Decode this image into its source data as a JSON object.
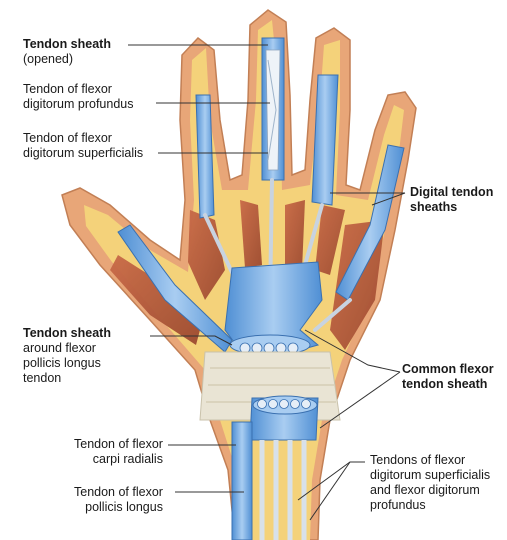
{
  "labels": {
    "tendon_sheath_opened": {
      "title": "Tendon sheath",
      "sub": "(opened)"
    },
    "fdp": {
      "line1": "Tendon of flexor",
      "line2": "digitorum profundus"
    },
    "fds": {
      "line1": "Tendon of flexor",
      "line2": "digitorum superficialis"
    },
    "digital_sheaths": {
      "line1": "Digital tendon",
      "line2": "sheaths"
    },
    "fpl_sheath": {
      "title": "Tendon sheath",
      "line2": "around flexor",
      "line3": "pollicis longus",
      "line4": "tendon"
    },
    "common_sheath": {
      "line1": "Common flexor",
      "line2": "tendon sheath"
    },
    "fcr": {
      "line1": "Tendon of flexor",
      "line2": "carpi radialis"
    },
    "fpl": {
      "line1": "Tendon of flexor",
      "line2": "pollicis longus"
    },
    "fds_fdp": {
      "line1": "Tendons of flexor",
      "line2": "digitorum superficialis",
      "line3": "and flexor digitorum",
      "line4": "profundus"
    }
  },
  "colors": {
    "skin": "#e8a678",
    "skin_edge": "#c27f55",
    "fat": "#f4d27a",
    "muscle": "#b85a3c",
    "sheath": "#6aa6e0",
    "sheath_light": "#cfe3f7",
    "tendon": "#dfe6ee",
    "ligament": "#e9e4d4",
    "leader": "#333333"
  }
}
